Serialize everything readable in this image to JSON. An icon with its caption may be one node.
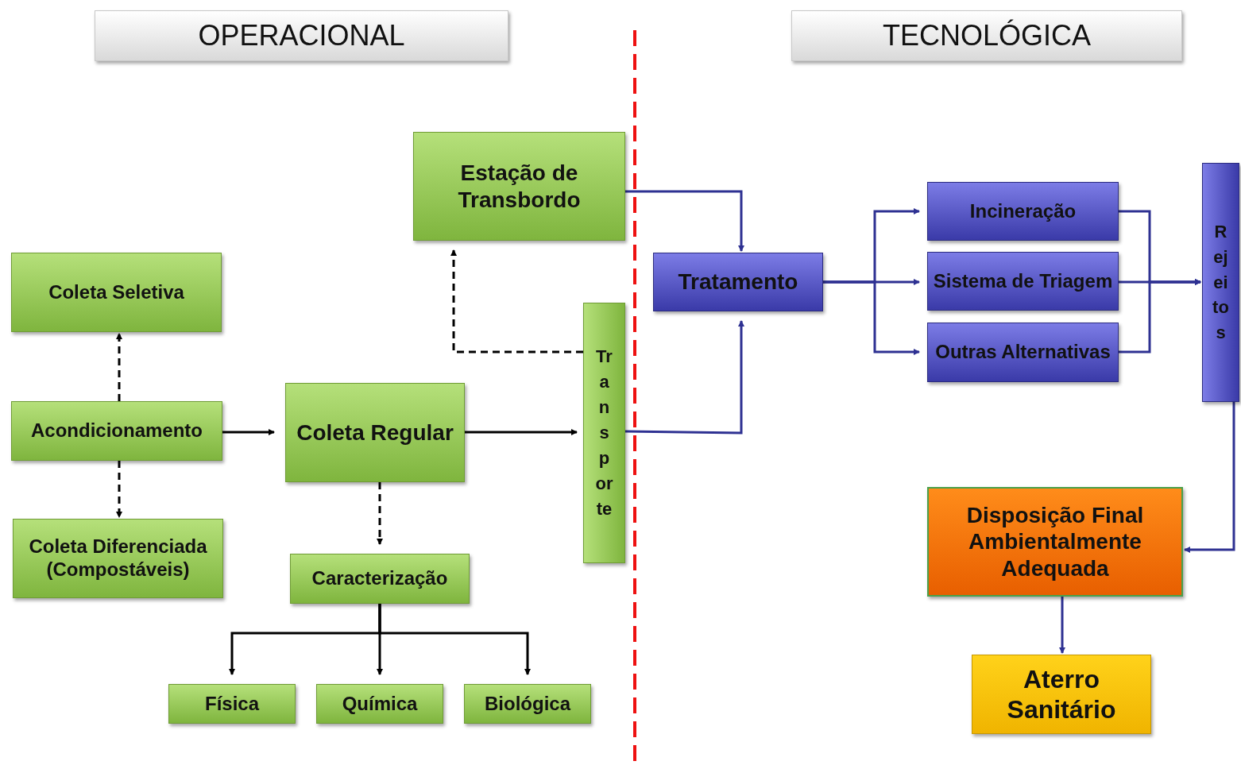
{
  "diagram": {
    "nodes": [
      {
        "text": [
          "OPERACIONAL"
        ]
      },
      {
        "text": [
          "TECNOLÓGICA"
        ]
      },
      {
        "text": [
          "Estação de Transbordo"
        ]
      },
      {
        "text": [
          "Coleta Seletiva"
        ]
      },
      {
        "text": [
          "Acondicionamento"
        ]
      },
      {
        "text": [
          "Coleta Regular"
        ]
      },
      {
        "text": [
          "Transporte"
        ]
      },
      {
        "text": [
          "Coleta Diferenciada (Compostáveis)"
        ]
      },
      {
        "text": [
          "Caracterização"
        ]
      },
      {
        "text": [
          "Física"
        ]
      },
      {
        "text": [
          "Química"
        ]
      },
      {
        "text": [
          "Biológica"
        ]
      },
      {
        "text": [
          "Tratamento"
        ]
      },
      {
        "text": [
          "Incineração"
        ]
      },
      {
        "text": [
          "Sistema de Triagem"
        ]
      },
      {
        "text": [
          "Outras Alternativas"
        ]
      },
      {
        "text": [
          "Rejeitos"
        ]
      },
      {
        "text": [
          "Disposição Final Ambientalmente Adequada"
        ]
      },
      {
        "text": [
          "Aterro Sanitário"
        ]
      }
    ],
    "edges": [
      {
        "from": 4,
        "to": 3,
        "arrow": "to",
        "style": "dashed",
        "color": "#000000"
      },
      {
        "from": 4,
        "to": 7,
        "arrow": "to",
        "style": "dashed",
        "color": "#000000"
      },
      {
        "from": 4,
        "to": 5,
        "arrow": "to",
        "color": "#000000"
      },
      {
        "from": 5,
        "to": 6,
        "arrow": "to",
        "color": "#000000"
      },
      {
        "from": 5,
        "to": 8,
        "arrow": "to",
        "style": "dashed",
        "color": "#000000"
      },
      {
        "from": 8,
        "to": 9,
        "arrow": "to",
        "color": "#000000"
      },
      {
        "from": 8,
        "to": 10,
        "arrow": "to",
        "color": "#000000"
      },
      {
        "from": 8,
        "to": 11,
        "arrow": "to",
        "color": "#000000"
      },
      {
        "from": 6,
        "to": 2,
        "arrow": "to",
        "style": "dashed",
        "color": "#000000"
      },
      {
        "from": 2,
        "to": 12,
        "arrow": "to"
      },
      {
        "from": 6,
        "to": 12,
        "arrow": "to"
      },
      {
        "from": 12,
        "to": 13,
        "arrow": "to"
      },
      {
        "from": 12,
        "to": 14,
        "arrow": "to"
      },
      {
        "from": 12,
        "to": 15,
        "arrow": "to"
      },
      {
        "from": 13,
        "to": 16,
        "arrow": "to"
      },
      {
        "from": 14,
        "to": 16,
        "arrow": "to"
      },
      {
        "from": 15,
        "to": 16,
        "arrow": "to"
      },
      {
        "from": 16,
        "to": 17,
        "arrow": "to"
      },
      {
        "from": 17,
        "to": 18,
        "arrow": "to"
      }
    ]
  }
}
